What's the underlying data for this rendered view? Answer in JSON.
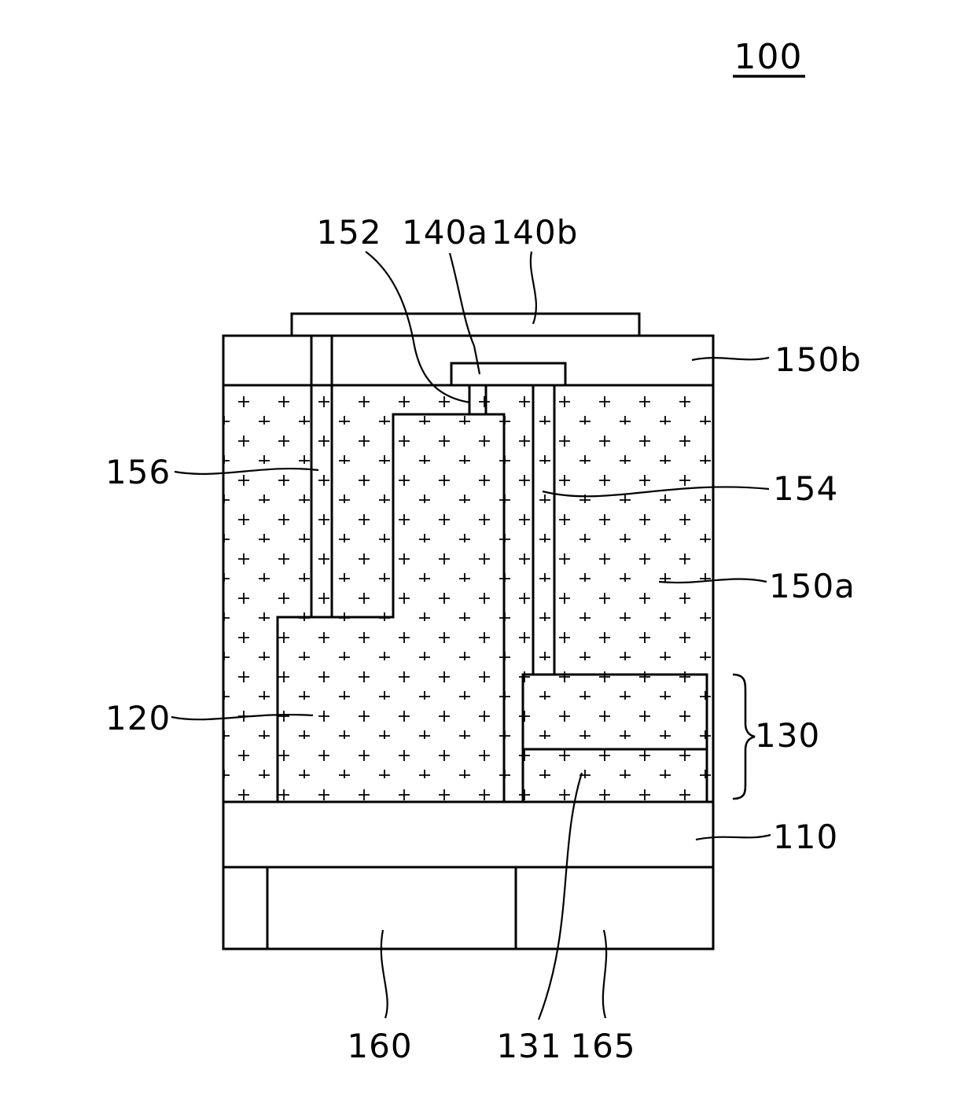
{
  "figure": {
    "number": "100"
  },
  "labels": {
    "l152": "152",
    "l140a": "140a",
    "l140b": "140b",
    "l150b": "150b",
    "l156": "156",
    "l154": "154",
    "l150a": "150a",
    "l120": "120",
    "l130": "130",
    "l110": "110",
    "l160": "160",
    "l131": "131",
    "l165": "165"
  },
  "colors": {
    "line": "#000000",
    "background": "#ffffff"
  }
}
